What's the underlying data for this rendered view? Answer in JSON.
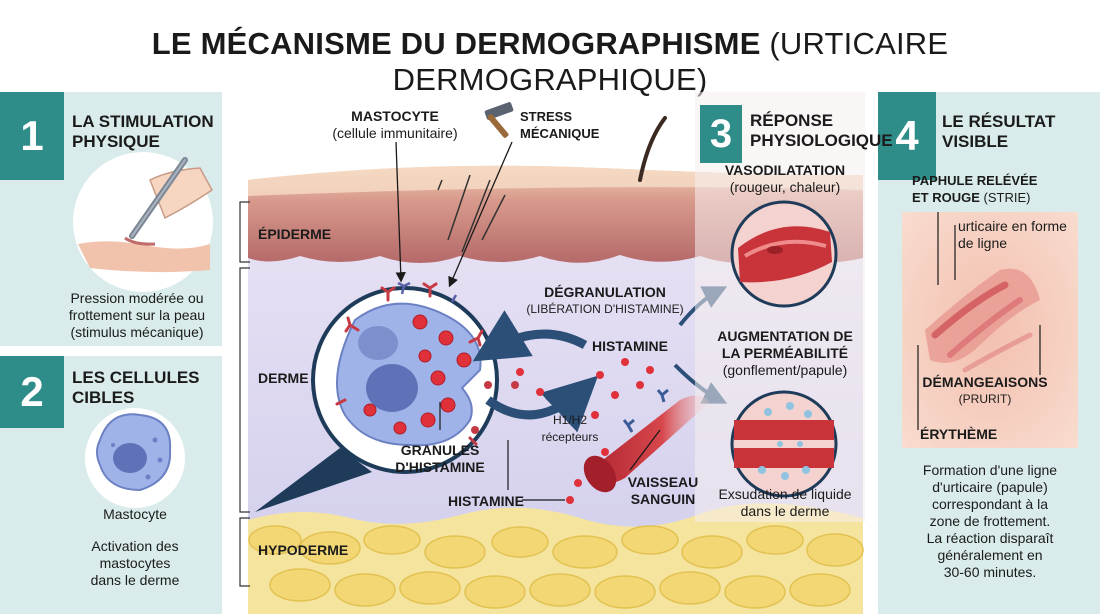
{
  "title": {
    "main": "LE MÉCANISME DU DERMOGRAPHISME",
    "sub": "(URTICAIRE DERMOGRAPHIQUE)"
  },
  "step1": {
    "number": "1",
    "title_line1": "LA STIMULATION",
    "title_line2": "PHYSIQUE",
    "desc_line1": "Pression modérée ou",
    "desc_line2": "frottement sur la peau",
    "desc_line3": "(stimulus mécanique)"
  },
  "step2": {
    "number": "2",
    "title_line1": "LES CELLULES",
    "title_line2": "CIBLES",
    "cell_label": "Mastocyte",
    "desc_line1": "Activation des",
    "desc_line2": "mastocytes",
    "desc_line3": "dans le derme"
  },
  "center": {
    "layers": {
      "epidermis": "ÉPIDERME",
      "dermis": "DERME",
      "hypodermis": "HYPODERME"
    },
    "mastocyte_title": "MASTOCYTE",
    "mastocyte_sub": "(cellule immunitaire)",
    "stress_line1": "STRESS",
    "stress_line2": "MÉCANIQUE",
    "degranulation_title": "DÉGRANULATION",
    "degranulation_sub": "(LIBÉRATION D'HISTAMINE)",
    "histamine_top": "HISTAMINE",
    "granules_line1": "GRANULES",
    "granules_line2": "D'HISTAMINE",
    "histamine_bottom": "HISTAMINE",
    "receptors_line1": "H1/H2",
    "receptors_line2": "récepteurs",
    "vessel_line1": "VAISSEAU",
    "vessel_line2": "SANGUIN"
  },
  "step3": {
    "number": "3",
    "title_line1": "RÉPONSE",
    "title_line2": "PHYSIOLOGIQUE",
    "vaso_title": "VASODILATATION",
    "vaso_sub": "(rougeur, chaleur)",
    "perm_line1": "AUGMENTATION DE",
    "perm_line2": "LA PERMÉABILITÉ",
    "perm_sub": "(gonflement/papule)",
    "exud_line1": "Exsudation de liquide",
    "exud_line2": "dans le derme"
  },
  "step4": {
    "number": "4",
    "title_line1": "LE RÉSULTAT",
    "title_line2": "VISIBLE",
    "papule_line1": "PAPHULE RELÉVÉE",
    "papule_line2": "ET ROUGE",
    "papule_paren": "(STRIE)",
    "urticaire_line1": "urticaire en forme",
    "urticaire_line2": "de ligne",
    "itch_title": "DÉMANGEAISONS",
    "itch_sub": "(PRURIT)",
    "erythema": "ÉRYTHÈME",
    "desc_line1": "Formation d'une ligne",
    "desc_line2": "d'urticaire (papule)",
    "desc_line3": "correspondant à la",
    "desc_line4": "zone de frottement.",
    "desc_line5": "La réaction disparaît",
    "desc_line6": "généralement en",
    "desc_line7": "30-60 minutes."
  },
  "colors": {
    "teal": "#2f8d89",
    "panel_bg": "#d9eceb",
    "dermis": "#dcd8f0",
    "epidermis": "#c97f7c",
    "vessel": "#c8343a",
    "histamine": "#e0313a"
  }
}
